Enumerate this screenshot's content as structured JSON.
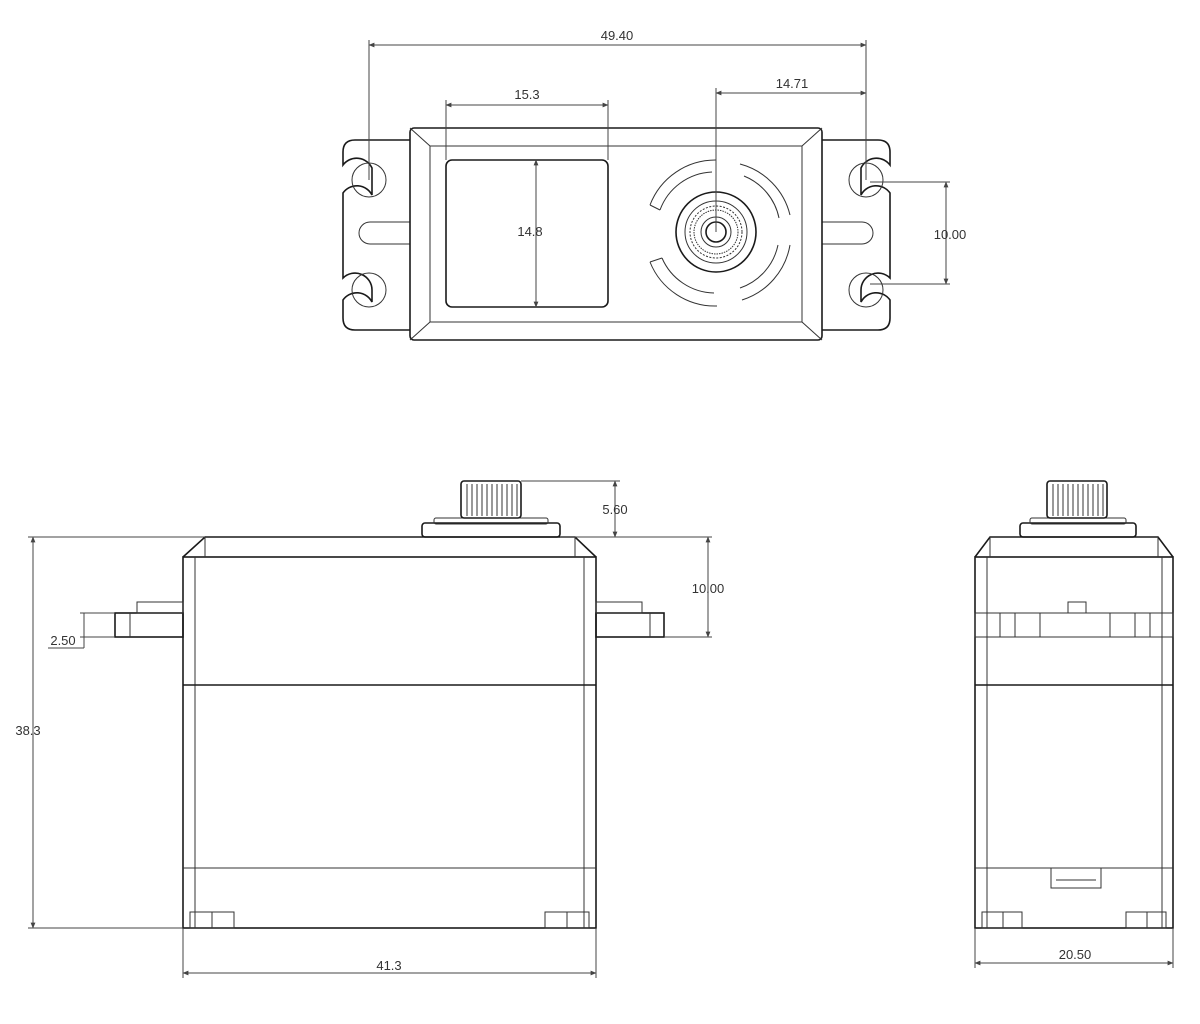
{
  "top_view": {
    "overall_width": "49.40",
    "window_width": "15.3",
    "window_height": "14.8",
    "hole_to_output": "14.71",
    "hole_spacing": "10.00"
  },
  "front_view": {
    "spline_height": "5.60",
    "mount_to_top": "10.00",
    "flange_thickness": "2.50",
    "body_height": "38.3",
    "body_width": "41.3"
  },
  "side_view": {
    "body_depth": "20.50"
  },
  "colors": {
    "line": "#1a1a1a",
    "dimension": "#444444",
    "background": "#ffffff"
  }
}
